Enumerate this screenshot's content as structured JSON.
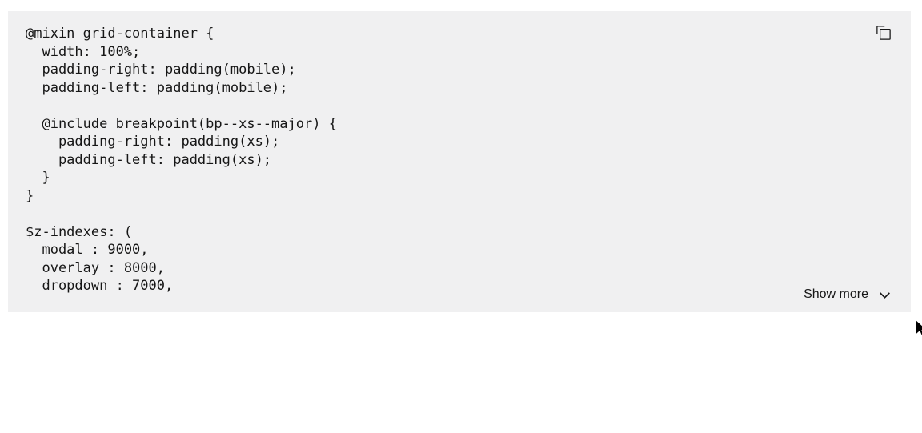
{
  "colors": {
    "page_background": "#ffffff",
    "snippet_background": "#f0f0f1",
    "code_text": "#161616"
  },
  "code_snippet": {
    "lines": [
      "@mixin grid-container {",
      "  width: 100%;",
      "  padding-right: padding(mobile);",
      "  padding-left: padding(mobile);",
      "",
      "  @include breakpoint(bp--xs--major) {",
      "    padding-right: padding(xs);",
      "    padding-left: padding(xs);",
      "  }",
      "}",
      "",
      "$z-indexes: (",
      "  modal : 9000,",
      "  overlay : 8000,",
      "  dropdown : 7000,"
    ],
    "copy_button": {
      "icon": "copy-icon"
    },
    "show_more": {
      "label": "Show more",
      "icon": "chevron-down-icon"
    }
  }
}
